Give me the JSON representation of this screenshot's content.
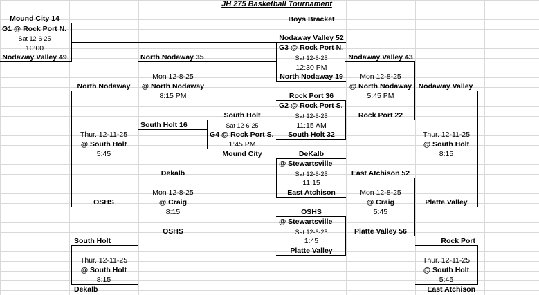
{
  "title": "JH 275 Basketball Tournament",
  "bracket_label": "Boys Bracket",
  "g1": {
    "top": "Mound City 14",
    "label": "G1 @ Rock Port N.",
    "date": "Sat 12-6-25",
    "time": "10:00",
    "bottom": "Nodaway Valley 49"
  },
  "g3": {
    "top": "Nodaway Valley 52",
    "label": "G3 @ Rock Port N.",
    "date": "Sat 12-6-25",
    "time": "12:30 PM",
    "bottom": "North Nodaway 19"
  },
  "g2": {
    "top": "Rock Port 36",
    "label": "G2 @ Rock Port S.",
    "date": "Sat 12-6-25",
    "time": "11:15 AM",
    "bottom": "South Holt 32"
  },
  "g4": {
    "top": "South Holt",
    "date": "Sat 12-6-25",
    "label": "G4 @ Rock Port S.",
    "time": "1:45 PM",
    "bottom": "Mound City"
  },
  "g5": {
    "top": "DeKalb",
    "label": "@ Stewartsville",
    "date": "Sat 12-6-25",
    "time": "11:15",
    "bottom": "East Atchison"
  },
  "g6": {
    "top": "OSHS",
    "label": "@ Stewartsville",
    "date": "Sat 12-6-25",
    "time": "1:45",
    "bottom": "Platte Valley"
  },
  "l_mon1": {
    "top": "North Nodaway 35",
    "date": "Mon 12-8-25",
    "loc": "@ North Nodaway",
    "time": "8:15 PM",
    "bottom": "South Holt 16"
  },
  "r_mon1": {
    "top": "Nodaway Valley 43",
    "date": "Mon 12-8-25",
    "loc": "@ North Nodaway",
    "time": "5:45 PM",
    "bottom": "Rock Port 22"
  },
  "l_mon2": {
    "top": "Dekalb",
    "date": "Mon 12-8-25",
    "loc": "@ Craig",
    "time": "8:15",
    "bottom": "OSHS"
  },
  "r_mon2": {
    "top": "East Atchison 52",
    "date": "Mon 12-8-25",
    "loc": "@ Craig",
    "time": "5:45",
    "bottom": "Platte Valley 56"
  },
  "l_thu1": {
    "top": "North Nodaway",
    "date": "Thur. 12-11-25",
    "loc": "@ South Holt",
    "time": "5:45",
    "bottom": "OSHS"
  },
  "r_thu1": {
    "top": "Nodaway Valley",
    "date": "Thur. 12-11-25",
    "loc": "@ South Holt",
    "time": "8:15",
    "bottom": "Platte Valley"
  },
  "l_thu2": {
    "top": "South Holt",
    "date": "Thur. 12-11-25",
    "loc": "@ South Holt",
    "time": "8:15",
    "bottom": "Dekalb"
  },
  "r_thu2": {
    "top": "Rock Port",
    "date": "Thur. 12-11-25",
    "loc": "@ South Holt",
    "time": "5:45",
    "bottom": "East Atchison"
  }
}
